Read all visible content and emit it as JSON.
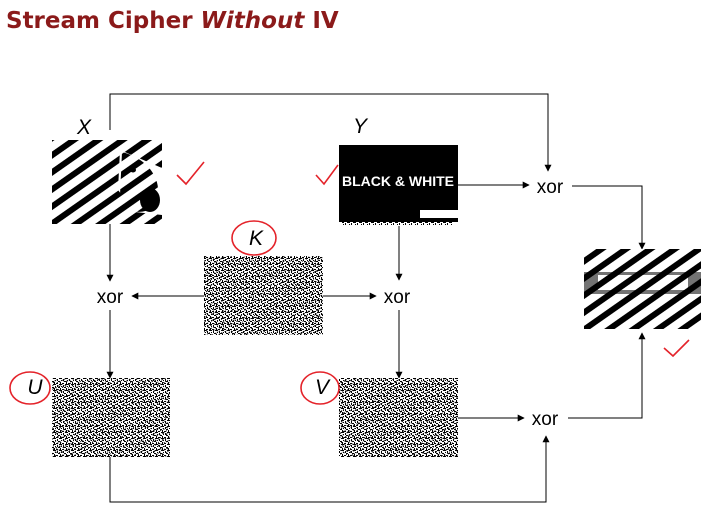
{
  "title": {
    "part1": "Stream Cipher ",
    "part2": "Without",
    "part3": " IV"
  },
  "labels": {
    "x": "X",
    "y": "Y",
    "k": "K",
    "u": "U",
    "v": "V"
  },
  "ops": {
    "xor": "xor"
  },
  "banner": {
    "text": "BLACK & WHITE"
  },
  "colors": {
    "title": "#8b1a1a",
    "annotation": "#e4232a"
  }
}
